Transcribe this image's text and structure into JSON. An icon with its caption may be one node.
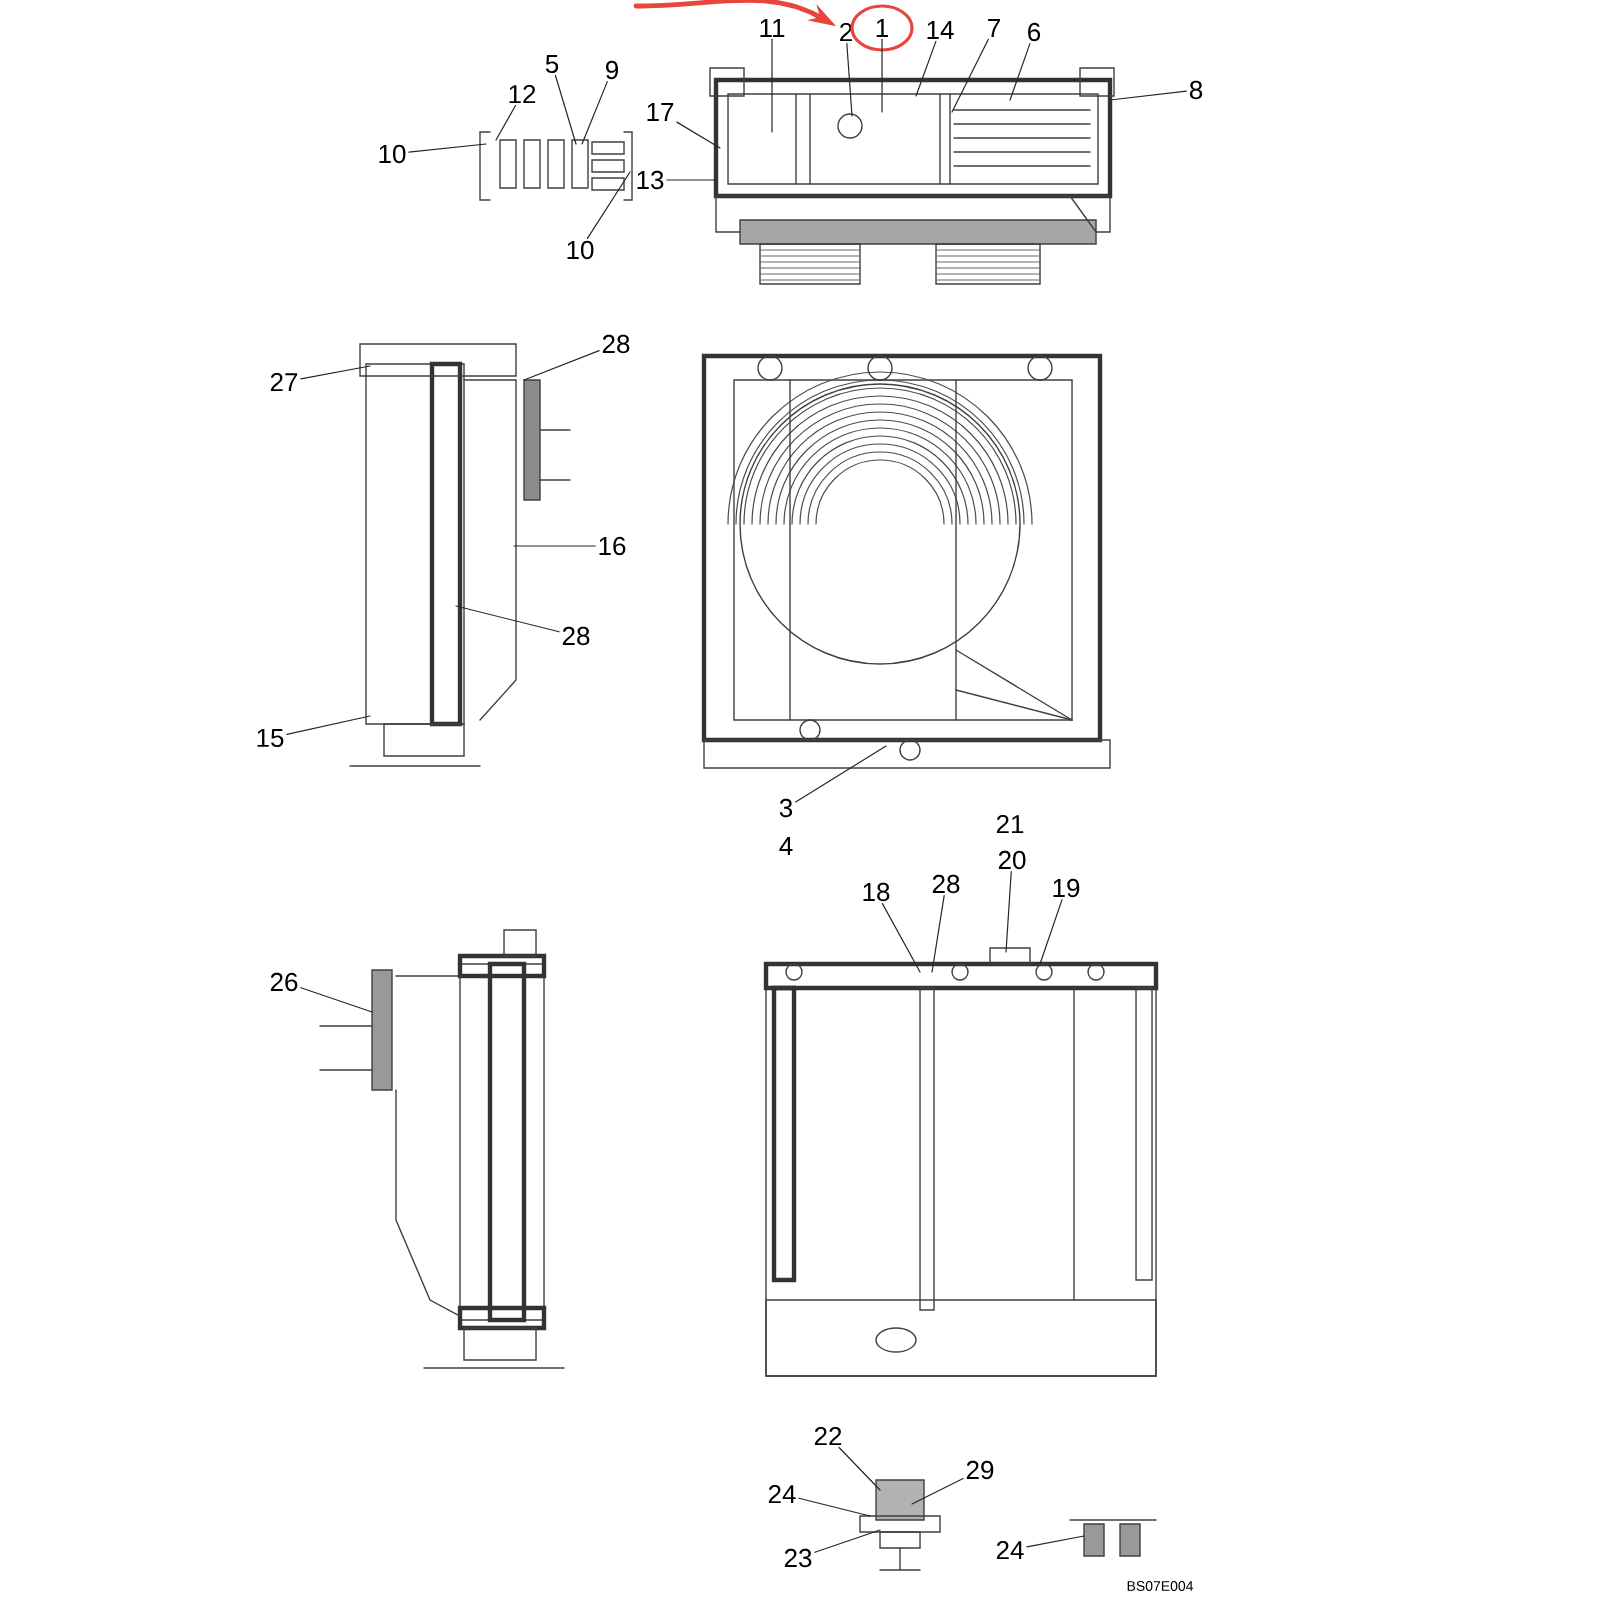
{
  "diagram": {
    "nodes": [
      {
        "text": [
          "11"
        ]
      },
      {
        "text": [
          "2"
        ]
      },
      {
        "text": [
          "1"
        ]
      },
      {
        "text": [
          "14"
        ]
      },
      {
        "text": [
          "7"
        ]
      },
      {
        "text": [
          "6"
        ]
      },
      {
        "text": [
          "5"
        ]
      },
      {
        "text": [
          "9"
        ]
      },
      {
        "text": [
          "12"
        ]
      },
      {
        "text": [
          "8"
        ]
      },
      {
        "text": [
          "17"
        ]
      },
      {
        "text": [
          "10"
        ]
      },
      {
        "text": [
          "13"
        ]
      },
      {
        "text": [
          "10"
        ]
      },
      {
        "text": [
          "28"
        ]
      },
      {
        "text": [
          "27"
        ]
      },
      {
        "text": [
          "16"
        ]
      },
      {
        "text": [
          "28"
        ]
      },
      {
        "text": [
          "15"
        ]
      },
      {
        "text": [
          "3"
        ]
      },
      {
        "text": [
          "20"
        ]
      },
      {
        "text": [
          "19"
        ]
      },
      {
        "text": [
          "18"
        ]
      },
      {
        "text": [
          "28"
        ]
      },
      {
        "text": [
          "26"
        ]
      },
      {
        "text": [
          "22"
        ]
      },
      {
        "text": [
          "29"
        ]
      },
      {
        "text": [
          "24"
        ]
      },
      {
        "text": [
          "23"
        ]
      },
      {
        "text": [
          "24"
        ]
      },
      {
        "text": [],
        "shape": "picture"
      },
      {
        "text": [],
        "shape": "picture"
      },
      {
        "text": [],
        "shape": "picture"
      },
      {
        "text": [],
        "shape": "picture"
      },
      {
        "text": [],
        "shape": "picture"
      },
      {
        "text": [],
        "shape": "picture"
      },
      {
        "text": [],
        "shape": "picture"
      },
      {
        "text": [],
        "shape": "picture"
      }
    ],
    "edges": [
      {
        "from": 0,
        "to": 31,
        "arrow": "none"
      },
      {
        "from": 1,
        "to": 31,
        "arrow": "none"
      },
      {
        "from": 2,
        "to": 31,
        "arrow": "none"
      },
      {
        "from": 3,
        "to": 31,
        "arrow": "none"
      },
      {
        "from": 4,
        "to": 31,
        "arrow": "none"
      },
      {
        "from": 5,
        "to": 31,
        "arrow": "none"
      },
      {
        "from": 6,
        "to": 30,
        "arrow": "none"
      },
      {
        "from": 7,
        "to": 30,
        "arrow": "none"
      },
      {
        "from": 8,
        "to": 30,
        "arrow": "none"
      },
      {
        "from": 9,
        "to": 31,
        "arrow": "none"
      },
      {
        "from": 10,
        "to": 31,
        "arrow": "none"
      },
      {
        "from": 11,
        "to": 30,
        "arrow": "none"
      },
      {
        "from": 12,
        "to": 31,
        "arrow": "none"
      },
      {
        "from": 13,
        "to": 30,
        "arrow": "none"
      },
      {
        "from": 14,
        "to": 32,
        "arrow": "none"
      },
      {
        "from": 15,
        "to": 32,
        "arrow": "none"
      },
      {
        "from": 16,
        "to": 32,
        "arrow": "none"
      },
      {
        "from": 17,
        "to": 32,
        "arrow": "none"
      },
      {
        "from": 18,
        "to": 32,
        "arrow": "none"
      },
      {
        "from": 19,
        "to": 33,
        "arrow": "none"
      },
      {
        "from": 20,
        "to": 35,
        "arrow": "none"
      },
      {
        "from": 21,
        "to": 35,
        "arrow": "none"
      },
      {
        "from": 22,
        "to": 35,
        "arrow": "none"
      },
      {
        "from": 23,
        "to": 35,
        "arrow": "none"
      },
      {
        "from": 24,
        "to": 34,
        "arrow": "none"
      },
      {
        "from": 25,
        "to": 36,
        "arrow": "none"
      },
      {
        "from": 26,
        "to": 36,
        "arrow": "none"
      },
      {
        "from": 27,
        "to": 36,
        "arrow": "none"
      },
      {
        "from": 28,
        "to": 36,
        "arrow": "none"
      },
      {
        "from": 29,
        "to": 37,
        "arrow": "none"
      },
      {
        "from": null,
        "to": 1,
        "arrow": "to",
        "style": "thick",
        "color": "#e8463a"
      }
    ],
    "labels": [
      "4",
      "21",
      "BS07E004"
    ]
  }
}
